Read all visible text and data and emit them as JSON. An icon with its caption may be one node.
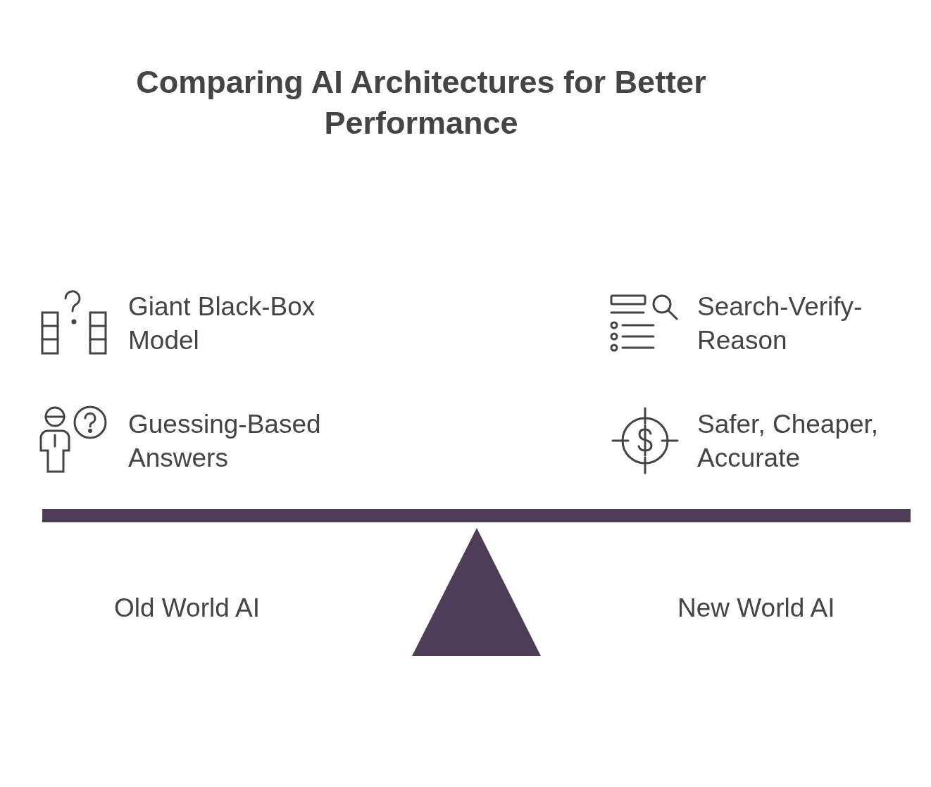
{
  "diagram": {
    "title": "Comparing AI Architectures for Better Performance",
    "labels": [
      "Giant Black-Box Model",
      "Search-Verify-Reason",
      "Guessing-Based Answers",
      "Safer, Cheaper, Accurate",
      "Old World AI",
      "New World AI"
    ]
  }
}
